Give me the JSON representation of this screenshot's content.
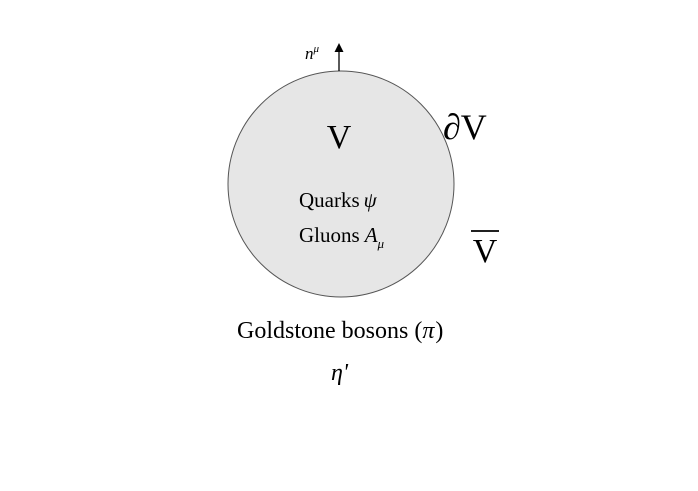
{
  "region": {
    "label": "V",
    "fill": "#e6e6e6",
    "stroke": "#555555"
  },
  "boundary": {
    "symbol": "∂",
    "letter": "V"
  },
  "normal_vector": {
    "base": "n",
    "superscript": "μ"
  },
  "interior": {
    "quarks_label": "Quarks",
    "quarks_symbol": "ψ",
    "gluons_label": "Gluons",
    "gluons_symbol": "A",
    "gluons_subscript": "μ"
  },
  "exterior": {
    "complement_label": "V",
    "goldstone_label": "Goldstone bosons",
    "goldstone_open": "(",
    "goldstone_symbol": "π",
    "goldstone_close": ")",
    "eta_prime": "η'"
  }
}
